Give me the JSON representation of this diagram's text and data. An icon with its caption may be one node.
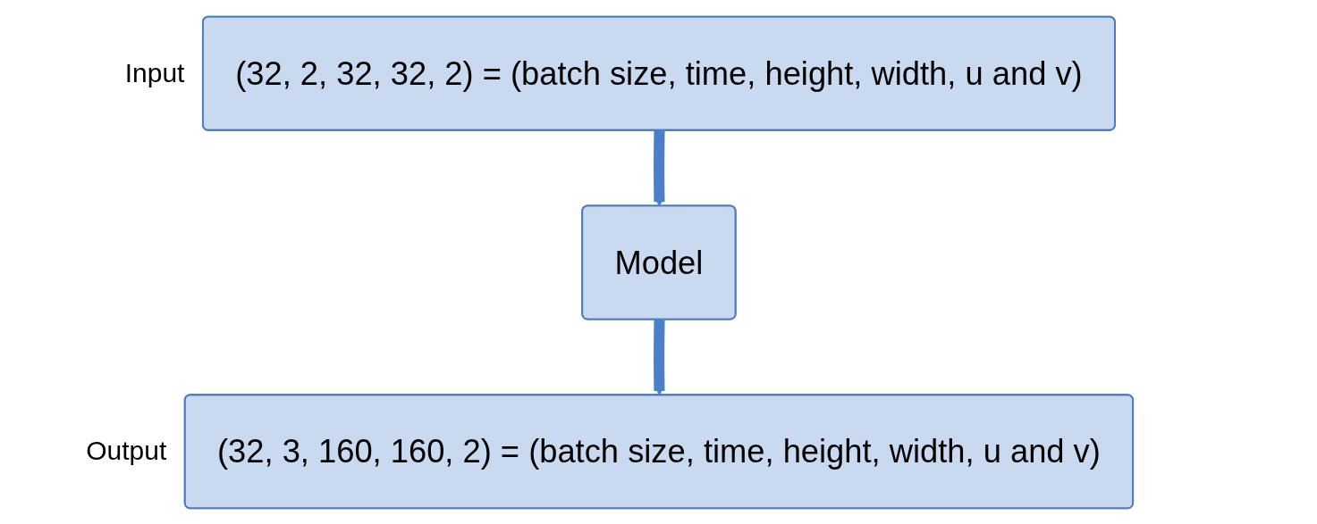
{
  "diagram": {
    "nodes": [
      {
        "text": [
          "(32, 2, 32, 32, 2) = (batch size, time, height, width, u and v)"
        ],
        "beside": [
          "Input"
        ]
      },
      {
        "text": [
          "Model"
        ]
      },
      {
        "text": [
          "(32, 3, 160, 160, 2) = (batch size, time, height, width, u and v)"
        ],
        "beside": [
          "Output"
        ]
      }
    ],
    "edges": [
      {
        "from": 0,
        "to": 1,
        "arrow": "to"
      },
      {
        "from": 1,
        "to": 2,
        "arrow": "to"
      }
    ]
  }
}
